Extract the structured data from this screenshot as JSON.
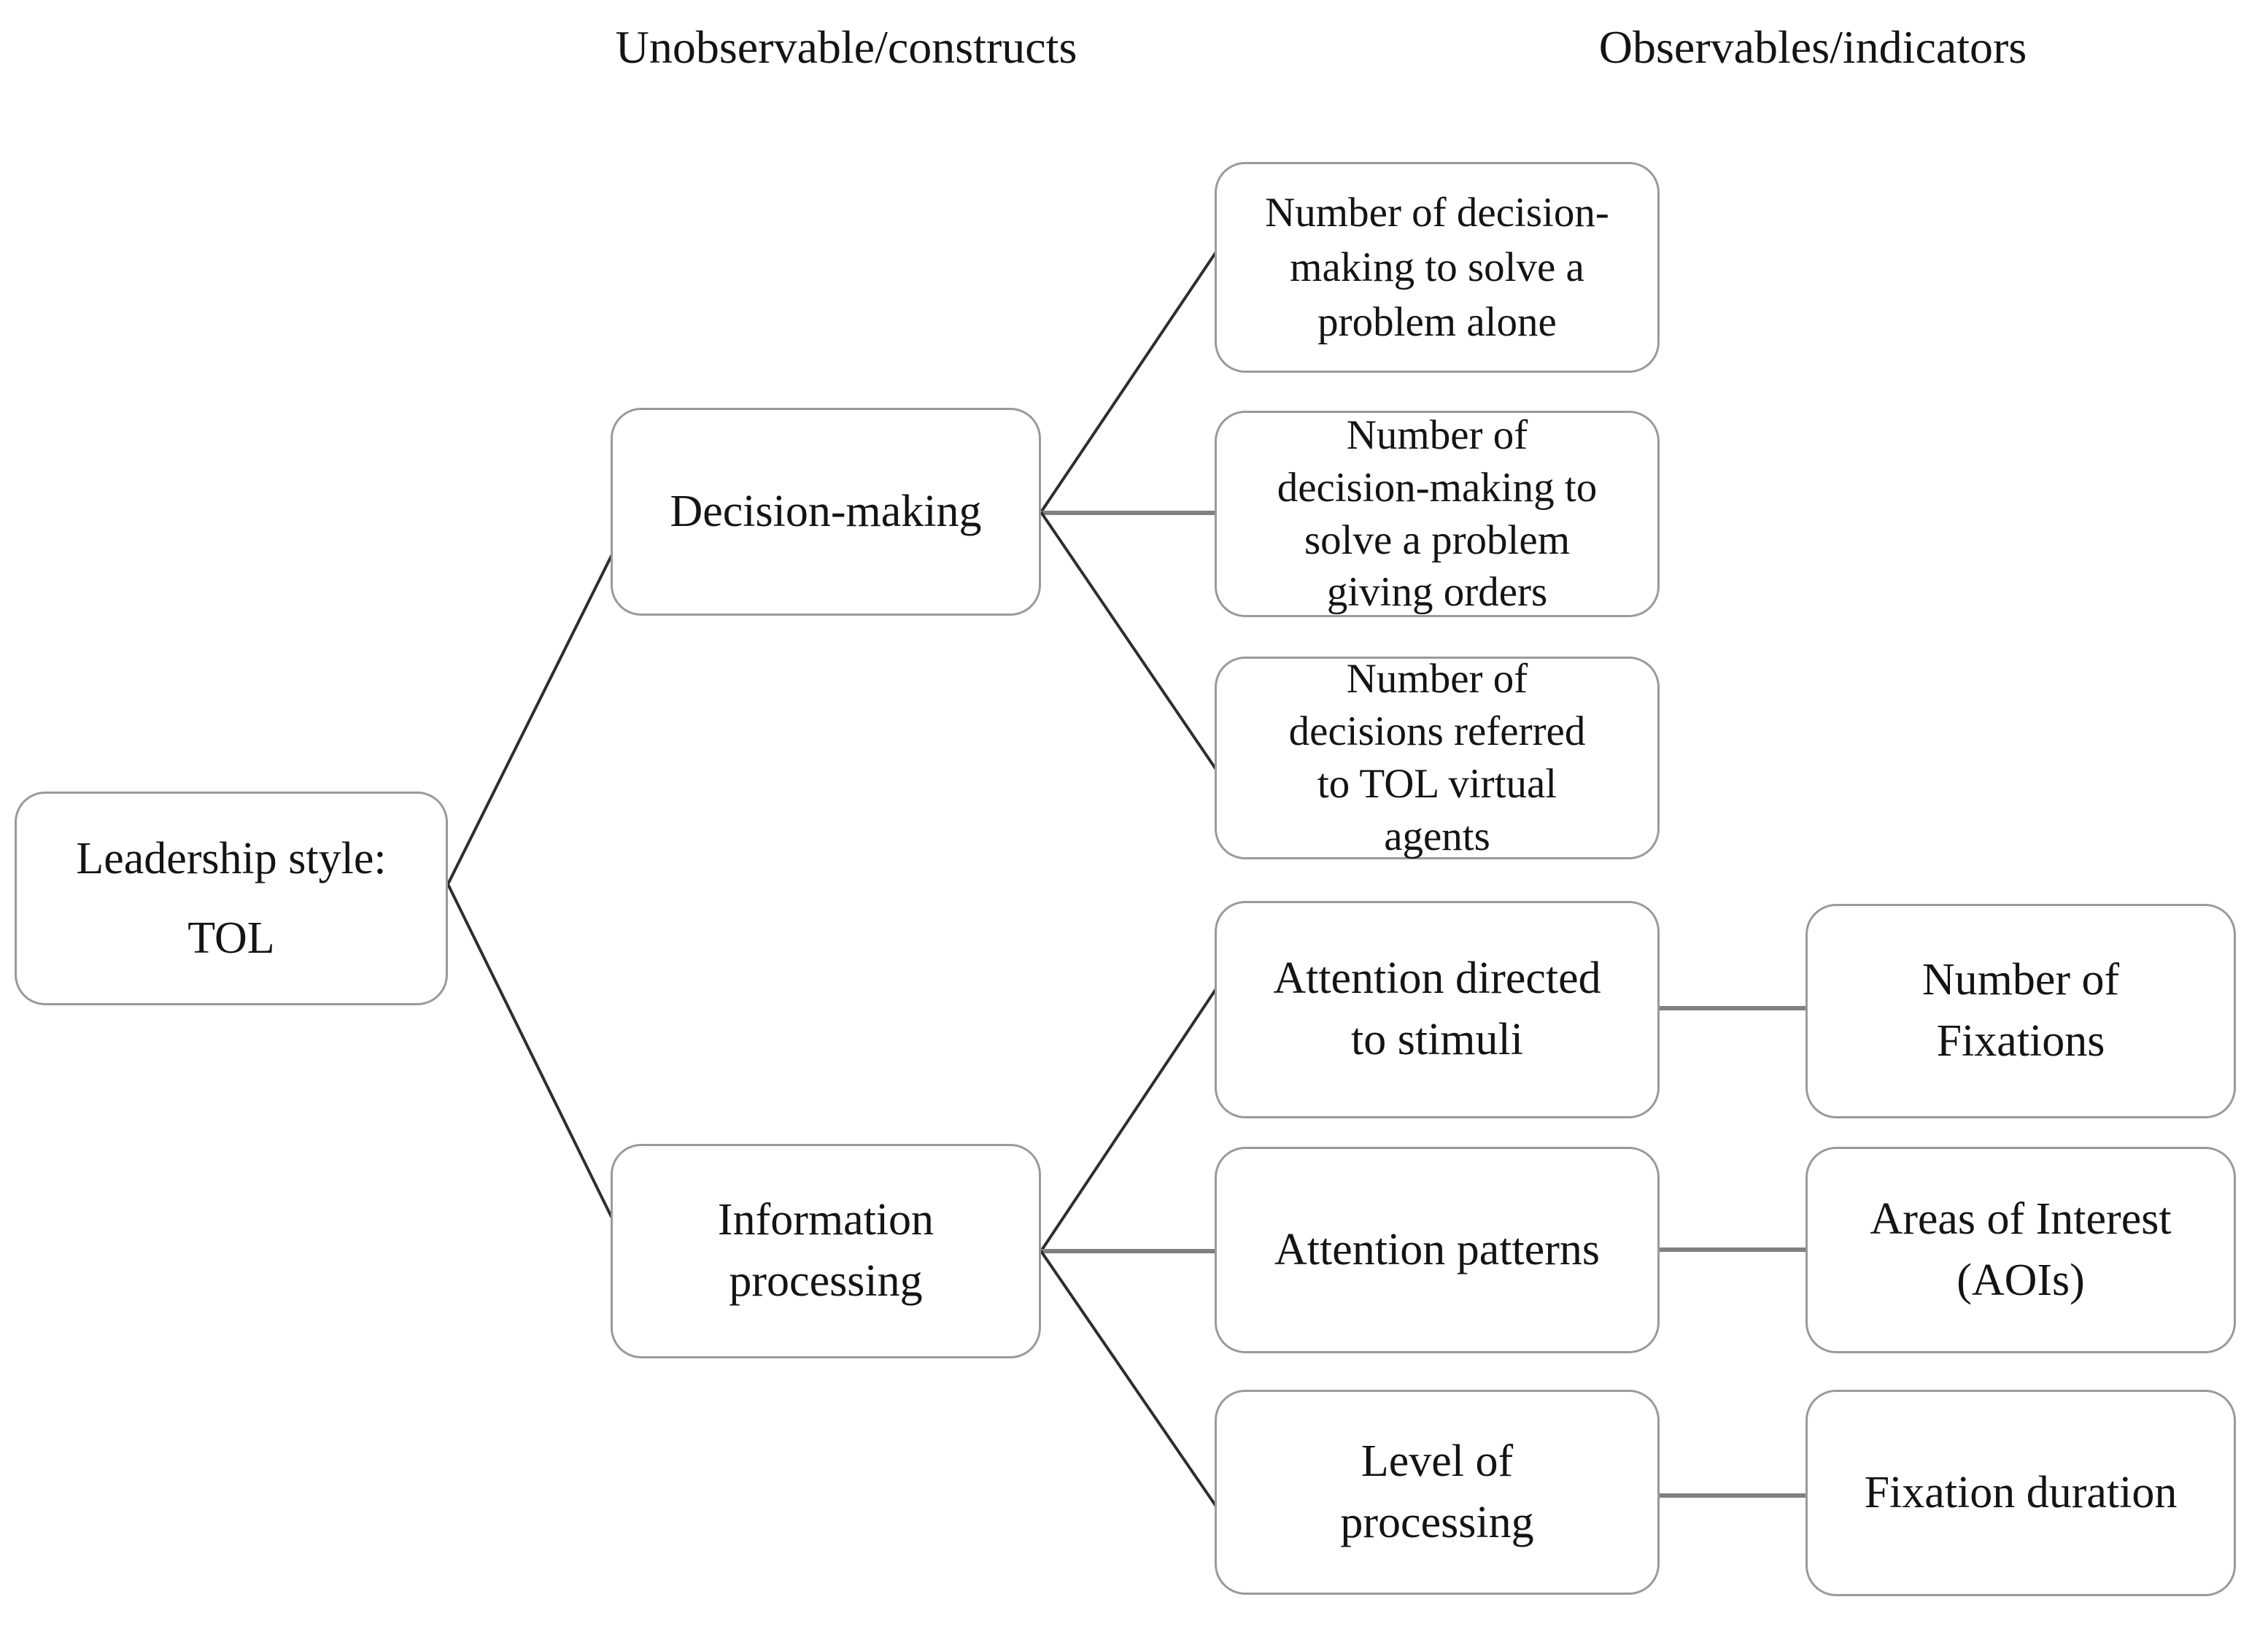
{
  "figure": {
    "type": "concept-diagram",
    "description": "Measurement model linking a leadership style to unobservable constructs and observable indicators",
    "colors": {
      "background": "#ffffff",
      "box_border": "#9a9a9a",
      "text": "#141414",
      "diagonal_connector": "#2e2e2e",
      "horizontal_connector": "#808080"
    }
  },
  "headers": {
    "unobservable": "Unobservable/constructs",
    "observable": "Observables/indicators"
  },
  "nodes": {
    "leadership_tol": {
      "label": "Leadership style:\nTOL"
    },
    "decision_making": {
      "label": "Decision-making"
    },
    "information_processing": {
      "label": "Information\nprocessing"
    },
    "dm_indicator_1": {
      "label": "Number of decision-\nmaking to solve a\nproblem alone"
    },
    "dm_indicator_2": {
      "label": "Number of\ndecision-making to\nsolve a problem\ngiving orders"
    },
    "dm_indicator_3": {
      "label": "Number of\ndecisions referred\nto TOL virtual\nagents"
    },
    "attention_stimuli": {
      "label": "Attention directed\nto stimuli"
    },
    "attention_patterns": {
      "label": "Attention patterns"
    },
    "level_processing": {
      "label": "Level of\nprocessing"
    },
    "number_fixations": {
      "label": "Number of\nFixations"
    },
    "aois": {
      "label": "Areas of Interest\n(AOIs)"
    },
    "fixation_duration": {
      "label": "Fixation duration"
    }
  },
  "edges": [
    {
      "from": "leadership_tol",
      "to": "decision_making",
      "style": "diagonal-dark"
    },
    {
      "from": "leadership_tol",
      "to": "information_processing",
      "style": "diagonal-dark"
    },
    {
      "from": "decision_making",
      "to": "dm_indicator_1",
      "style": "diagonal-dark"
    },
    {
      "from": "decision_making",
      "to": "dm_indicator_2",
      "style": "horizontal-gray"
    },
    {
      "from": "decision_making",
      "to": "dm_indicator_3",
      "style": "diagonal-dark"
    },
    {
      "from": "information_processing",
      "to": "attention_stimuli",
      "style": "diagonal-dark"
    },
    {
      "from": "information_processing",
      "to": "attention_patterns",
      "style": "horizontal-gray"
    },
    {
      "from": "information_processing",
      "to": "level_processing",
      "style": "diagonal-dark"
    },
    {
      "from": "attention_stimuli",
      "to": "number_fixations",
      "style": "horizontal-gray"
    },
    {
      "from": "attention_patterns",
      "to": "aois",
      "style": "horizontal-gray"
    },
    {
      "from": "level_processing",
      "to": "fixation_duration",
      "style": "horizontal-gray"
    }
  ]
}
